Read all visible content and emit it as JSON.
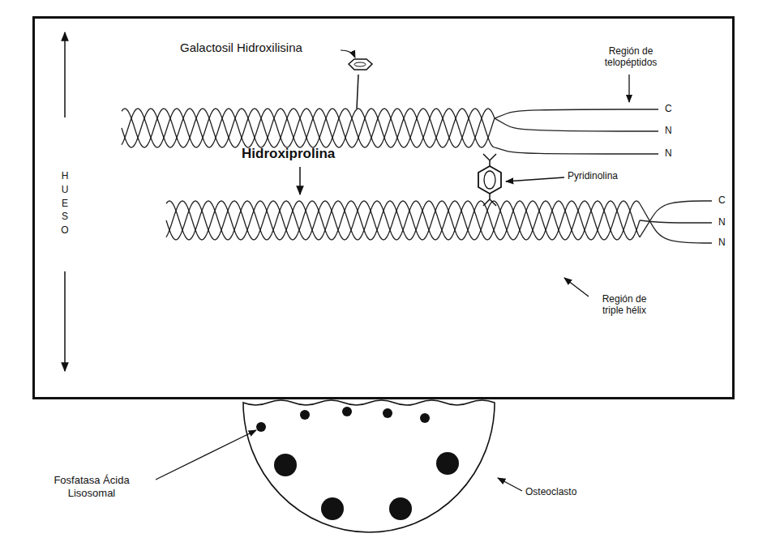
{
  "diagram": {
    "nodes": [
      {
        "text": [
          "HUESO"
        ]
      }
    ],
    "labels": [
      "Galactosil Hidroxilisina",
      "Región de telopéptidos",
      "C",
      "N",
      "N",
      "Hidroxiprolina",
      "Pyridinolina",
      "C",
      "N",
      "N",
      "Región de triple hélix",
      "Fosfatasa Ácida Lisosomal",
      "Osteoclasto"
    ]
  }
}
